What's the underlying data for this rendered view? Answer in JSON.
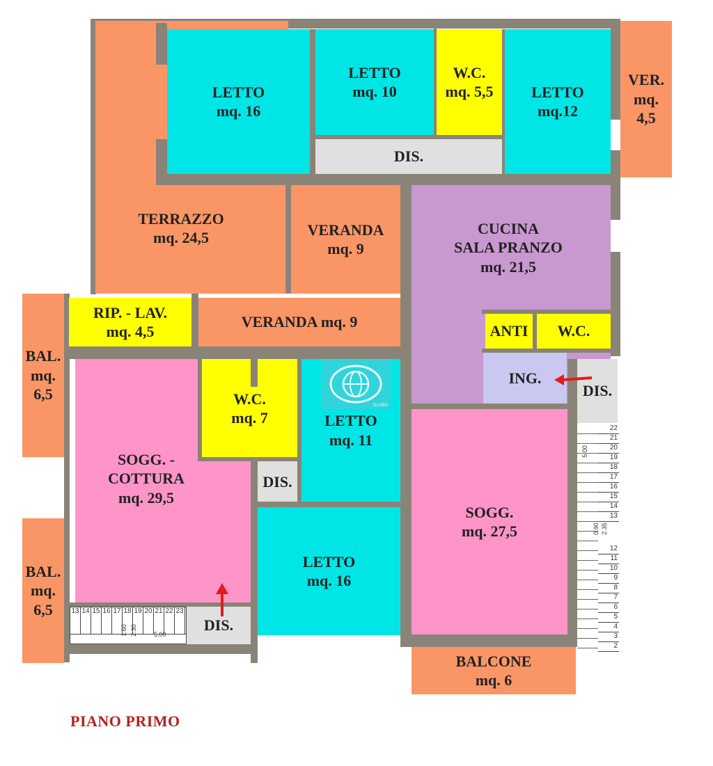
{
  "floor_label": "PIANO PRIMO",
  "colors": {
    "terrace": "#fa9666",
    "bedroom": "#00e6e6",
    "bath": "#ffff00",
    "hall": "#e0e0e0",
    "kitchen": "#c898d0",
    "living": "#ff94c8",
    "entrance": "#c8c8f0",
    "wall": "#8a8478",
    "arrow": "#e01c1c",
    "caption": "#b22222"
  },
  "rooms": {
    "letto_16_top": {
      "label": "LETTO",
      "size": "mq. 16"
    },
    "letto_10": {
      "label": "LETTO",
      "size": "mq. 10"
    },
    "wc_5_5": {
      "label": "W.C.",
      "size": "mq. 5,5"
    },
    "letto_12": {
      "label": "LETTO",
      "size": "mq.12"
    },
    "ver_4_5": {
      "label": "VER.",
      "size": "mq.",
      "size2": "4,5"
    },
    "dis_top": {
      "label": "DIS."
    },
    "terrazzo": {
      "label": "TERRAZZO",
      "size": "mq. 24,5"
    },
    "veranda_9_a": {
      "label": "VERANDA",
      "size": "mq. 9"
    },
    "cucina": {
      "label": "CUCINA",
      "label2": "SALA PRANZO",
      "size": "mq. 21,5"
    },
    "rip_lav": {
      "label": "RIP. - LAV.",
      "size": "mq. 4,5"
    },
    "veranda_9_b": {
      "label": "VERANDA  mq. 9"
    },
    "anti": {
      "label": "ANTI"
    },
    "wc_small": {
      "label": "W.C."
    },
    "ing": {
      "label": "ING."
    },
    "dis_right": {
      "label": "DIS."
    },
    "bal_top": {
      "label": "BAL.",
      "size": "mq.",
      "size2": "6,5"
    },
    "sogg_cottura": {
      "label": "SOGG. -",
      "label2": "COTTURA",
      "size": "mq. 29,5"
    },
    "wc_7": {
      "label": "W.C.",
      "size": "mq. 7"
    },
    "letto_11": {
      "label": "LETTO",
      "size": "mq. 11"
    },
    "dis_mid": {
      "label": "DIS."
    },
    "letto_16_bottom": {
      "label": "LETTO",
      "size": "mq. 16"
    },
    "sogg_27_5": {
      "label": "SOGG.",
      "size": "mq. 27,5"
    },
    "bal_bottom": {
      "label": "BAL.",
      "size": "mq.",
      "size2": "6,5"
    },
    "dis_bottom": {
      "label": "DIS."
    },
    "balcone": {
      "label": "BALCONE",
      "size": "mq. 6"
    }
  },
  "stairs_right_upper": [
    "22",
    "21",
    "20",
    "19",
    "18",
    "17",
    "16",
    "15",
    "14",
    "13"
  ],
  "stairs_right_lower": [
    "12",
    "11",
    "10",
    "9",
    "8",
    "7",
    "6",
    "5",
    "4",
    "3",
    "2"
  ],
  "stairs_left": [
    "13",
    "14",
    "15",
    "16",
    "17",
    "18",
    "19",
    "20",
    "21",
    "22",
    "23"
  ],
  "dims": {
    "right_5": "5.00",
    "right_090": "0.90",
    "right_235": "2.35",
    "left_160": "1.60",
    "left_230": "2.30",
    "left_5": "5.00"
  },
  "logo_text": "GLOBO"
}
